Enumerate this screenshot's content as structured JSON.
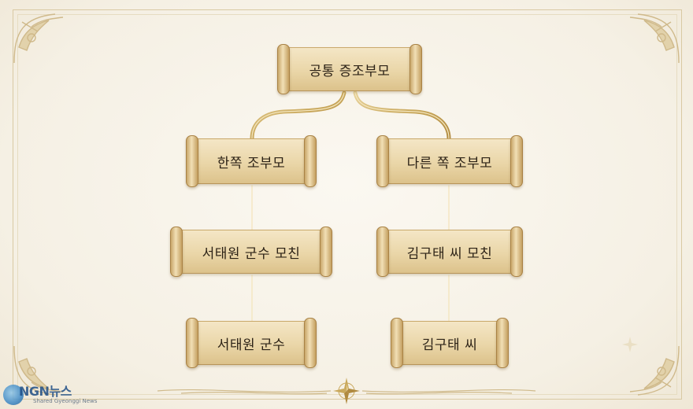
{
  "tree": {
    "root": "공통 증조부모",
    "left": {
      "grandparent": "한쪽 조부모",
      "parent": "서태원 군수 모친",
      "child": "서태원 군수"
    },
    "right": {
      "grandparent": "다른 쪽 조부모",
      "parent": "김구태 씨 모친",
      "child": "김구태 씨"
    }
  },
  "watermark": {
    "brand": "NGN뉴스",
    "sub": "Shared Gyeonggi News"
  },
  "colors": {
    "background": "#f7f3ea",
    "connector": "#c9a85c",
    "scroll": "#ead6a8",
    "ornament": "#cfb98a"
  },
  "icons": [
    "compass-rose-icon",
    "corner-flourish-icon",
    "globe-logo-icon"
  ]
}
